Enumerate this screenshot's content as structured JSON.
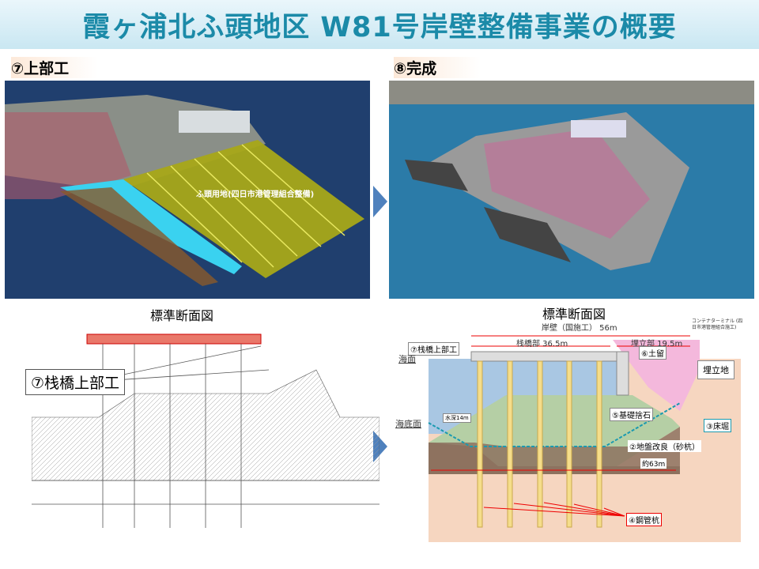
{
  "title": "霞ヶ浦北ふ頭地区 W81号岸壁整備事業の概要",
  "steps": {
    "left": "⑦上部工",
    "right": "⑧完成"
  },
  "left_photo": {
    "area_label": "ふ頭用地(四日市港管理組合整備)"
  },
  "left_section": {
    "title": "標準断面図",
    "callout": "⑦栈橋上部工"
  },
  "right_section": {
    "title": "標準断面図",
    "wall_label": "岸壁（国施工） 56m",
    "terminal_label": "コンテナターミナル (四日市港管理組合施工)",
    "pier_label": "栈橋部 36.5m",
    "fill_label": "埋立部 19.5m",
    "callout_superstructure": "⑦栈橋上部工",
    "sea_surface": "海面",
    "seabed": "海底面",
    "retaining": "⑥土留",
    "reclaimed": "埋立地",
    "depth": "水深14m",
    "rubble": "⑤基礎捨石",
    "dredge": "③床堀",
    "ground": "②地盤改良（砂杭）",
    "width": "約63m",
    "piles": "④鋼管杭"
  },
  "colors": {
    "title": "#1b8aa8",
    "arrow": "#4f81bd",
    "water": "#a9c7e3",
    "rubble": "#b5cfa5",
    "fill": "#f4b8dc",
    "soil": "#f6d6c0"
  }
}
